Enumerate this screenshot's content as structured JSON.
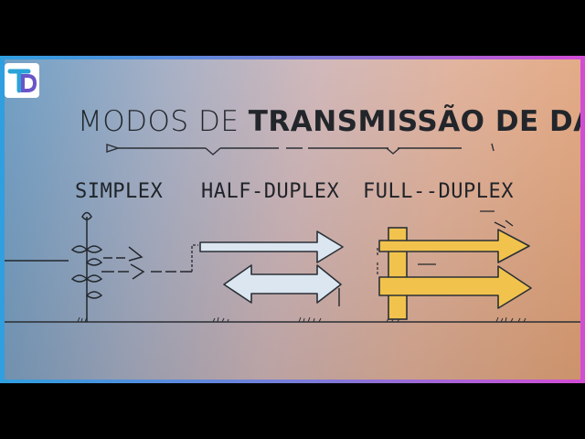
{
  "title": {
    "prefix": "MODOS DE ",
    "emphasis": "TRANSMISSÃO DE DADOS"
  },
  "modes": {
    "simplex": "SIMPLEX",
    "half_duplex": "HALF-DUPLEX",
    "full_duplex": "FULL--DUPLEX"
  },
  "logo": {
    "icon": "tv-logo-icon",
    "brand_colors": [
      "#2aa3d9",
      "#6a55c8"
    ]
  },
  "colors": {
    "half_duplex_arrow": "#dbe6f0",
    "full_duplex_arrow": "#f2c34c",
    "ink": "#22262b"
  }
}
